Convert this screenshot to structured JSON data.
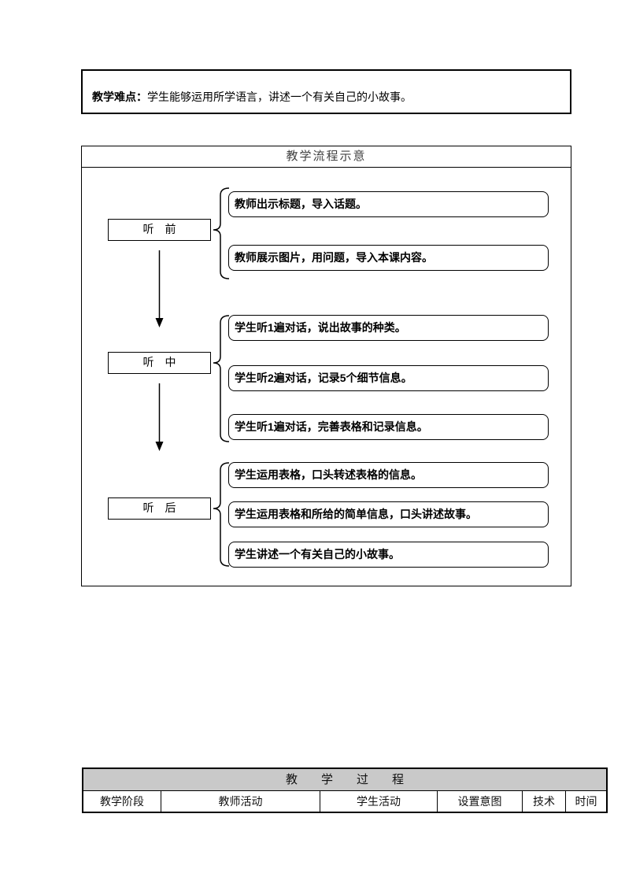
{
  "difficulty_box": {
    "label": "教学难点：",
    "text": "学生能够运用所学语言，讲述一个有关自己的小故事。"
  },
  "flow_chart": {
    "title": "教学流程示意",
    "stages": [
      {
        "label": "听　前",
        "steps": [
          "教师出示标题，导入话题。",
          "教师展示图片，用问题，导入本课内容。"
        ]
      },
      {
        "label": "听　中",
        "steps": [
          "学生听1遍对话，说出故事的种类。",
          "学生听2遍对话，记录5个细节信息。",
          "学生听1遍对话，完善表格和记录信息。"
        ]
      },
      {
        "label": "听　后",
        "steps": [
          "学生运用表格，口头转述表格的信息。",
          "学生运用表格和所给的简单信息，口头讲述故事。",
          "学生讲述一个有关自己的小故事。"
        ]
      }
    ]
  },
  "process_table": {
    "title": "教　　学　　过　　程",
    "columns": [
      "教学阶段",
      "教师活动",
      "学生活动",
      "设置意图",
      "技术",
      "时间"
    ]
  },
  "colors": {
    "header_band": "#c9c9c9",
    "border": "#000000"
  }
}
